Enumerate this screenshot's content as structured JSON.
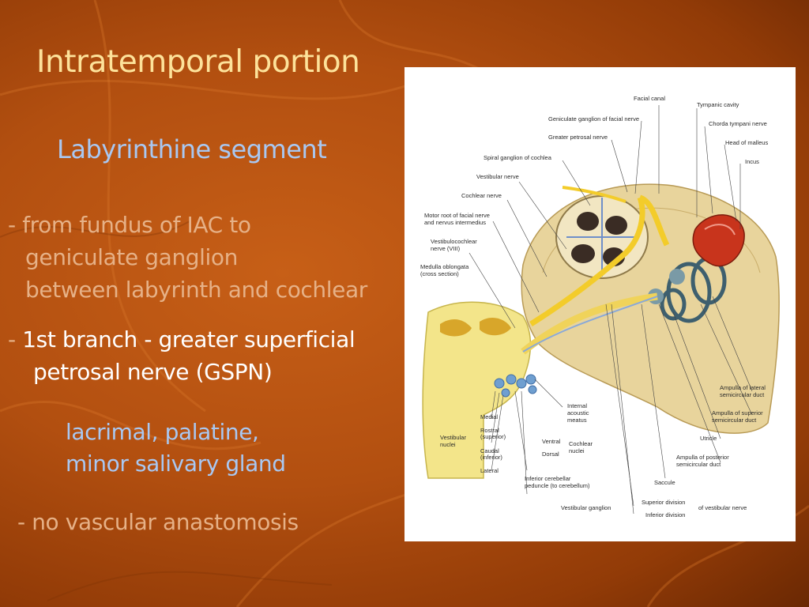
{
  "slide": {
    "title": "Intratemporal portion",
    "subtitle": "Labyrinthine segment",
    "bullets": [
      {
        "dash": "- ",
        "lines": [
          "from fundus of IAC to",
          "geniculate ganglion",
          "between labyrinth and cochlear"
        ]
      },
      {
        "dash": "- ",
        "lines": [
          "1st branch - greater superficial",
          "petrosal nerve (GSPN)"
        ]
      },
      {
        "dash": "",
        "lines": [
          "- no vascular anastomosis"
        ]
      }
    ],
    "branches": [
      "lacrimal, palatine,",
      "minor salivary gland"
    ]
  },
  "figure": {
    "labels": {
      "facial_canal": "Facial canal",
      "tympanic_cavity": "Tympanic cavity",
      "geniculate_ganglion": "Geniculate ganglion of facial nerve",
      "chorda_tympani": "Chorda tympani nerve",
      "greater_petrosal": "Greater petrosal nerve",
      "head_of_malleus": "Head of malleus",
      "spiral_ganglion": "Spiral ganglion of cochlea",
      "incus": "Incus",
      "vestibular_nerve": "Vestibular nerve",
      "cochlear_nerve": "Cochlear nerve",
      "motor_root_1": "Motor root of facial nerve",
      "motor_root_2": "and nervus intermedius",
      "vestibulocochlear_1": "Vestibulocochlear",
      "vestibulocochlear_2": "nerve (VIII)",
      "medulla_1": "Medulla oblongata",
      "medulla_2": "(cross section)",
      "ampulla_lateral_1": "Ampulla of lateral",
      "ampulla_lateral_2": "semicircular duct",
      "internal_meatus_1": "Internal",
      "internal_meatus_2": "acoustic",
      "internal_meatus_3": "meatus",
      "ampulla_superior_1": "Ampulla of superior",
      "ampulla_superior_2": "semicircular duct",
      "medial": "Medial",
      "rostral_1": "Rostral",
      "rostral_2": "(superior)",
      "vestibular_nuclei_1": "Vestibular",
      "vestibular_nuclei_2": "nuclei",
      "ventral": "Ventral",
      "cochlear_nuclei_1": "Cochlear",
      "cochlear_nuclei_2": "nuclei",
      "caudal_1": "Caudal",
      "caudal_2": "(inferior)",
      "dorsal": "Dorsal",
      "utricle": "Utricle",
      "lateral": "Lateral",
      "ampulla_posterior_1": "Ampulla of posterior",
      "ampulla_posterior_2": "semicircular duct",
      "inferior_cerebellar_1": "Inferior cerebellar",
      "inferior_cerebellar_2": "peduncle (to cerebellum)",
      "saccule": "Saccule",
      "superior_division": "Superior division",
      "of_vestibular_nerve": "of vestibular nerve",
      "vestibular_ganglion": "Vestibular ganglion",
      "inferior_division": "Inferior division"
    }
  }
}
